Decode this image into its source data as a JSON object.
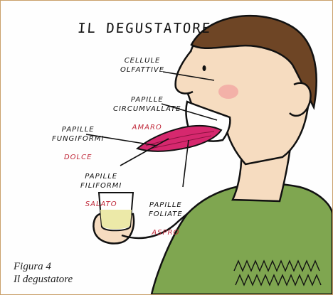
{
  "figure": {
    "title": "IL DEGUSTATORE",
    "labels": {
      "cellule_olfattive": "CELLULE\nOLFATTIVE",
      "papille_circumvallate": "PAPILLE\nCIRCUMVALLATE",
      "amaro": "AMARO",
      "papille_fungiformi": "PAPILLE\nFUNGIFORMI",
      "dolce": "DOLCE",
      "papille_filiformi": "PAPILLE\nFILIFORMI",
      "salato": "SALATO",
      "papille_foliate": "PAPILLE\nFOLIATE",
      "aspro": "ASPRO"
    },
    "caption": "Figura 4\nIl degustatore",
    "colors": {
      "border": "#c9a06a",
      "taste_text": "#c0293a",
      "hair": "#6e4525",
      "skin": "#f6dcc0",
      "tongue": "#d6286e",
      "sweater": "#7fa650",
      "wine": "#ece9a8"
    }
  }
}
